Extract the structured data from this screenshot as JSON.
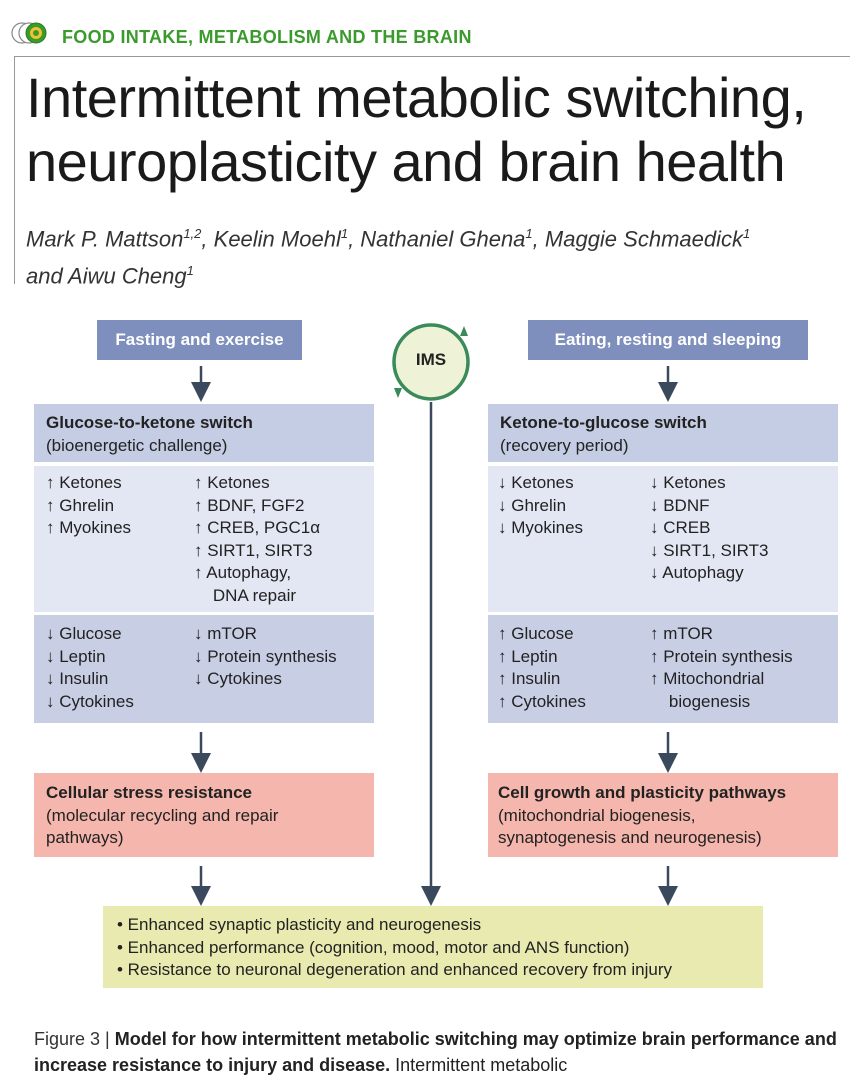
{
  "header": {
    "section": "FOOD INTAKE, METABOLISM AND THE BRAIN",
    "title_line1": "Intermittent metabolic switching,",
    "title_line2": "neuroplasticity and brain health",
    "authors": [
      {
        "name": "Mark P. Mattson",
        "sup": "1,2",
        "sep": ", "
      },
      {
        "name": "Keelin Moehl",
        "sup": "1",
        "sep": ", "
      },
      {
        "name": "Nathaniel Ghena",
        "sup": "1",
        "sep": ", "
      },
      {
        "name": "Maggie Schmaedick",
        "sup": "1",
        "sep": ""
      }
    ],
    "authors_line2_prefix": "and ",
    "authors_last": {
      "name": "Aiwu Cheng",
      "sup": "1"
    }
  },
  "figure": {
    "ims_label": "IMS",
    "left": {
      "trigger": "Fasting and exercise",
      "switch_title": "Glucose-to-ketone switch",
      "switch_sub": "(bioenergetic challenge)",
      "up_col1": [
        "↑ Ketones",
        "↑ Ghrelin",
        "↑ Myokines"
      ],
      "up_col2": [
        "↑ Ketones",
        "↑ BDNF, FGF2",
        "↑ CREB, PGC1α",
        "↑ SIRT1, SIRT3",
        "↑ Autophagy,",
        "    DNA repair"
      ],
      "down_col1": [
        "↓ Glucose",
        "↓ Leptin",
        "↓ Insulin",
        "↓ Cytokines"
      ],
      "down_col2": [
        "↓ mTOR",
        "↓ Protein synthesis",
        "↓ Cytokines"
      ],
      "outcome_title": "Cellular stress resistance",
      "outcome_sub": "(molecular recycling and repair\npathways)"
    },
    "right": {
      "trigger": "Eating, resting and sleeping",
      "switch_title": "Ketone-to-glucose switch",
      "switch_sub": "(recovery period)",
      "down_col1": [
        "↓ Ketones",
        "↓ Ghrelin",
        "↓ Myokines"
      ],
      "down_col2": [
        "↓ Ketones",
        "↓ BDNF",
        "↓ CREB",
        "↓ SIRT1, SIRT3",
        "↓ Autophagy"
      ],
      "up_col1": [
        "↑ Glucose",
        "↑ Leptin",
        "↑ Insulin",
        "↑ Cytokines"
      ],
      "up_col2": [
        "↑ mTOR",
        "↑ Protein synthesis",
        "↑ Mitochondrial",
        "    biogenesis"
      ],
      "outcome_title": "Cell growth and plasticity pathways",
      "outcome_sub": "(mitochondrial biogenesis,\nsynaptogenesis and neurogenesis)"
    },
    "results": [
      "• Enhanced synaptic plasticity and neurogenesis",
      "• Enhanced performance (cognition, mood, motor and ANS function)",
      "• Resistance to neuronal degeneration and enhanced recovery from injury"
    ],
    "colors": {
      "header_box": "#7f8fbd",
      "switch_head": "#c5cde4",
      "panel_light": "#e3e7f3",
      "panel_mid": "#c8cfe5",
      "outcome": "#f4b6ad",
      "results": "#e8eab0",
      "arrow": "#3a4a5c",
      "ims_ring": "#3a8a5a",
      "ims_fill": "#eef2d6",
      "section_green": "#3a9a2c"
    }
  },
  "caption": {
    "label": "Figure 3 | ",
    "bold": "Model for how intermittent metabolic switching may optimize brain performance and increase resistance to injury and disease.",
    "rest": " Intermittent metabolic"
  }
}
